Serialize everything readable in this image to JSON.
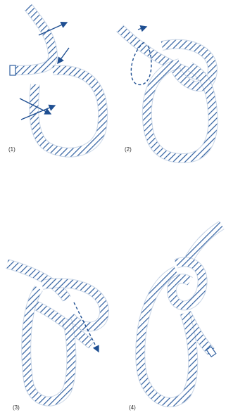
{
  "steps": [
    {
      "label": "(1)"
    },
    {
      "label": "(2)"
    },
    {
      "label": "(3)"
    },
    {
      "label": "(4)"
    }
  ],
  "colors": {
    "rope": "#2f5fa0",
    "arrow": "#1f4f92",
    "background": "#ffffff"
  }
}
